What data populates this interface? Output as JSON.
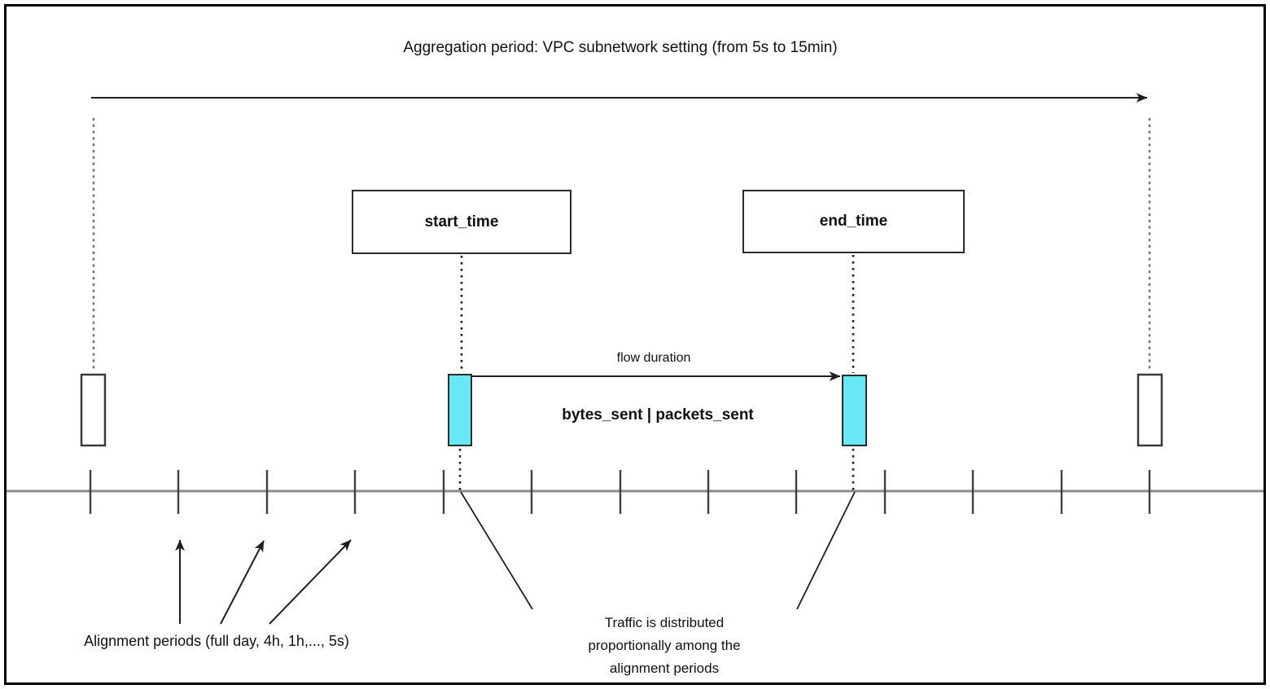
{
  "title": "Aggregation period: VPC subnetwork setting (from 5s to 15min)",
  "colors": {
    "flow_interval_fill": "#67e8f4",
    "timeline": "#8c8c8c",
    "tick": "#404040",
    "stroke": "#1f1f1f"
  },
  "boxes": {
    "start_time": {
      "label": "start_time"
    },
    "end_time": {
      "label": "end_time"
    }
  },
  "labels": {
    "flow_duration": "flow duration",
    "flow_metrics": "bytes_sent | packets_sent",
    "alignment_periods": "Alignment periods (full day, 4h, 1h,..., 5s)"
  },
  "annotations": {
    "traffic_note": {
      "lines": [
        "Traffic is distributed",
        "proportionally among the",
        "alignment periods"
      ]
    }
  },
  "timeline": {
    "tick_xs": [
      111,
      219,
      328,
      436,
      545,
      653,
      762,
      870,
      978,
      1087,
      1195,
      1304,
      1412
    ],
    "tick_top": 577,
    "tick_bottom": 631
  }
}
